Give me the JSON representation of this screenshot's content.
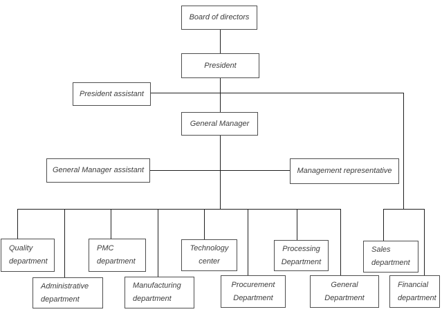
{
  "colors": {
    "background": "#ffffff",
    "box_border": "#4d4d4d",
    "connector_line": "#1f1f1f",
    "text": "#3d3d3d"
  },
  "nodes": [
    {
      "id": "board",
      "label": "Board of directors"
    },
    {
      "id": "president",
      "label": "President"
    },
    {
      "id": "president_assistant",
      "label": "President assistant"
    },
    {
      "id": "general_manager",
      "label": "General Manager"
    },
    {
      "id": "gm_assistant",
      "label": "General Manager assistant"
    },
    {
      "id": "mgmt_representative",
      "label": "Management representative"
    },
    {
      "id": "quality",
      "label": "Quality department"
    },
    {
      "id": "administrative",
      "label": "Administrative department"
    },
    {
      "id": "pmc",
      "label": "PMC department"
    },
    {
      "id": "manufacturing",
      "label": "Manufacturing department"
    },
    {
      "id": "technology",
      "label": "Technology center"
    },
    {
      "id": "procurement",
      "label": "Procurement Department"
    },
    {
      "id": "processing",
      "label": "Processing Department"
    },
    {
      "id": "general_department",
      "label": "General Department"
    },
    {
      "id": "sales",
      "label": "Sales department"
    },
    {
      "id": "financial",
      "label": "Financial department"
    }
  ],
  "structure": {
    "top_chain": [
      "Board of directors",
      "President",
      "General Manager"
    ],
    "attached_to_president_line": [
      "President assistant"
    ],
    "attached_to_general_manager_line": [
      "General Manager assistant",
      "Management representative"
    ],
    "departments_on_main_bus": [
      "Quality department",
      "Administrative department",
      "PMC department",
      "Manufacturing department",
      "Technology center",
      "Procurement Department",
      "Processing Department",
      "General Department"
    ],
    "departments_on_right_branch": [
      "Sales department",
      "Financial department"
    ]
  }
}
